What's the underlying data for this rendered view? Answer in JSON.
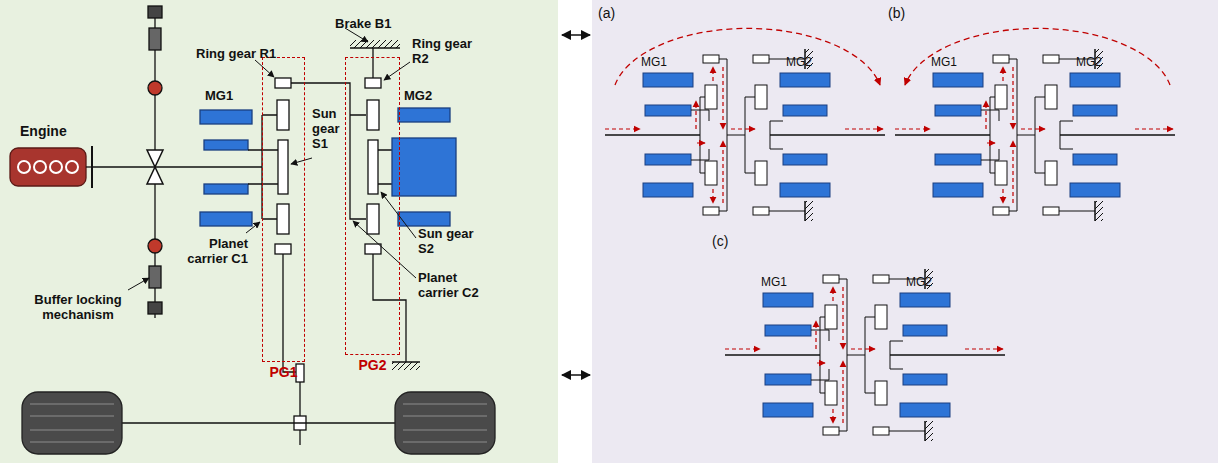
{
  "diagram": {
    "nodes": [
      {
        "text": [
          "PG1"
        ]
      },
      {
        "text": [
          "PG2"
        ]
      }
    ],
    "labels": [
      "Brake B1",
      "Ring gear R1",
      "Ring gear R2",
      "MG1",
      "Sun gear S1",
      "MG2",
      "Engine",
      "Sun gear S2",
      "Planet carrier C1",
      "Planet carrier C2",
      "Buffer locking mechanism",
      "(a)",
      "MG1",
      "MG2",
      "(b)",
      "MG1",
      "MG2",
      "(c)",
      "MG1",
      "MG2"
    ]
  }
}
